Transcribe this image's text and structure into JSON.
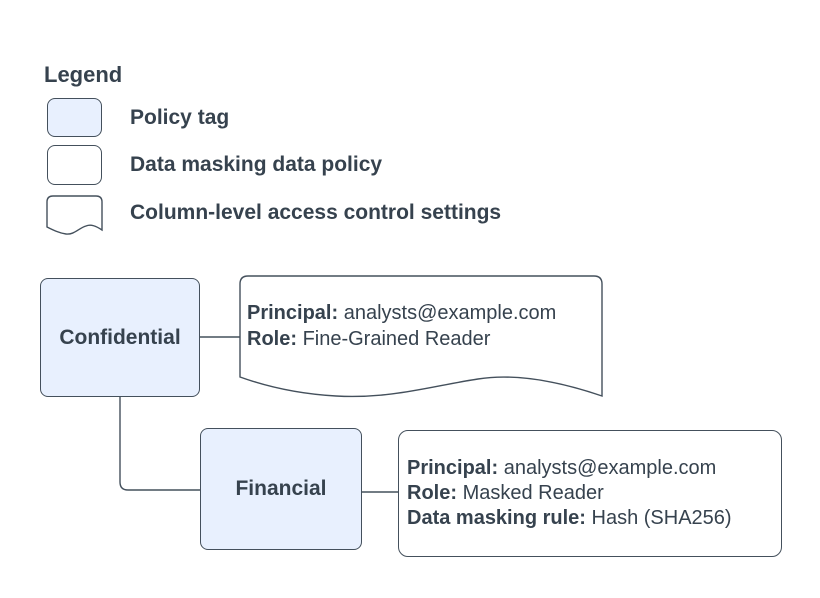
{
  "legend": {
    "title": "Legend",
    "items": [
      {
        "shape": "policy-tag-swatch",
        "label": "Policy tag"
      },
      {
        "shape": "data-masking-policy-swatch",
        "label": "Data masking data policy"
      },
      {
        "shape": "column-access-settings-swatch",
        "label": "Column-level access control settings"
      }
    ]
  },
  "diagram": {
    "confidential_tag": {
      "label": "Confidential"
    },
    "financial_tag": {
      "label": "Financial"
    },
    "access_settings_note": {
      "lines": [
        {
          "label": "Principal:",
          "value": "analysts@example.com"
        },
        {
          "label": "Role:",
          "value": "Fine-Grained Reader"
        }
      ]
    },
    "masking_policy_note": {
      "lines": [
        {
          "label": "Principal:",
          "value": "analysts@example.com"
        },
        {
          "label": "Role:",
          "value": "Masked Reader"
        },
        {
          "label": "Data masking rule:",
          "value": "Hash (SHA256)"
        }
      ]
    }
  },
  "colors": {
    "policy_tag_fill": "#e8f0fe",
    "shape_fill": "#ffffff",
    "stroke": "#44505c",
    "text": "#36424e",
    "background": "#ffffff"
  }
}
